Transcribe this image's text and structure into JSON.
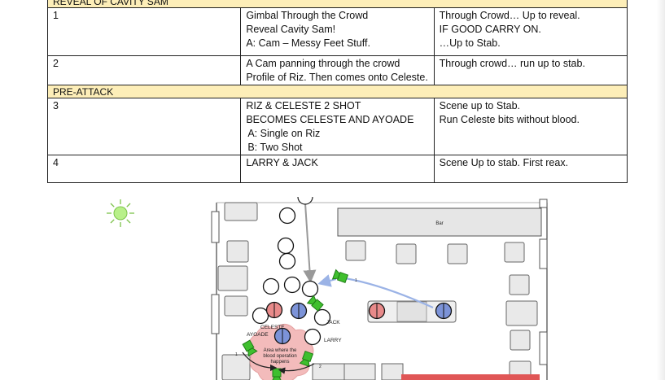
{
  "shot_list": {
    "sections": [
      {
        "title": "REVEAL OF CAVITY SAM",
        "rows": [
          {
            "number": "1",
            "description": [
              "Gimbal Through the Crowd",
              "Reveal Cavity Sam!",
              "A: Cam – Messy Feet Stuff."
            ],
            "notes": [
              "Through Crowd… Up to reveal.",
              "IF GOOD CARRY ON.",
              "…Up to Stab."
            ]
          },
          {
            "number": "2",
            "description": [
              "A Cam panning through the crowd",
              "Profile of Riz.  Then comes onto Celeste."
            ],
            "notes": [
              "Through crowd… run up to stab."
            ]
          }
        ]
      },
      {
        "title": "PRE-ATTACK",
        "rows": [
          {
            "number": "3",
            "description": [
              "RIZ & CELESTE  2 SHOT",
              "BECOMES CELESTE AND AYOADE",
              "A: Single on Riz",
              "B: Two Shot"
            ],
            "notes": [
              "Scene up to Stab.",
              "Run Celeste bits without blood."
            ]
          },
          {
            "number": "4",
            "description": [
              "LARRY & JACK"
            ],
            "notes": [
              "Scene Up to stab. First reax."
            ]
          }
        ]
      }
    ]
  },
  "floor_plan": {
    "bar_label": "Bar",
    "character_labels": {
      "celeste": "CELESTE",
      "ayoade": "AYOADE",
      "jack": "JACK",
      "larry": "LARRY"
    },
    "blood_area_label": [
      "Area where the",
      "blood operation",
      "happens"
    ],
    "camera_marks": [
      "1",
      "2",
      "1"
    ],
    "icon_names": [
      "light-icon",
      "camera-icon"
    ],
    "colors": {
      "section_bg": "#fdeeb8",
      "light": "#b8f08a",
      "camera": "#3fbf2e",
      "person_red": "#e88a8a",
      "person_blue": "#7c93d8",
      "blood_area": "#f2b4b4",
      "bar_counter": "#e6e6e6",
      "red_strip": "#e05656",
      "move_arrow": "#9bb3e6"
    }
  }
}
